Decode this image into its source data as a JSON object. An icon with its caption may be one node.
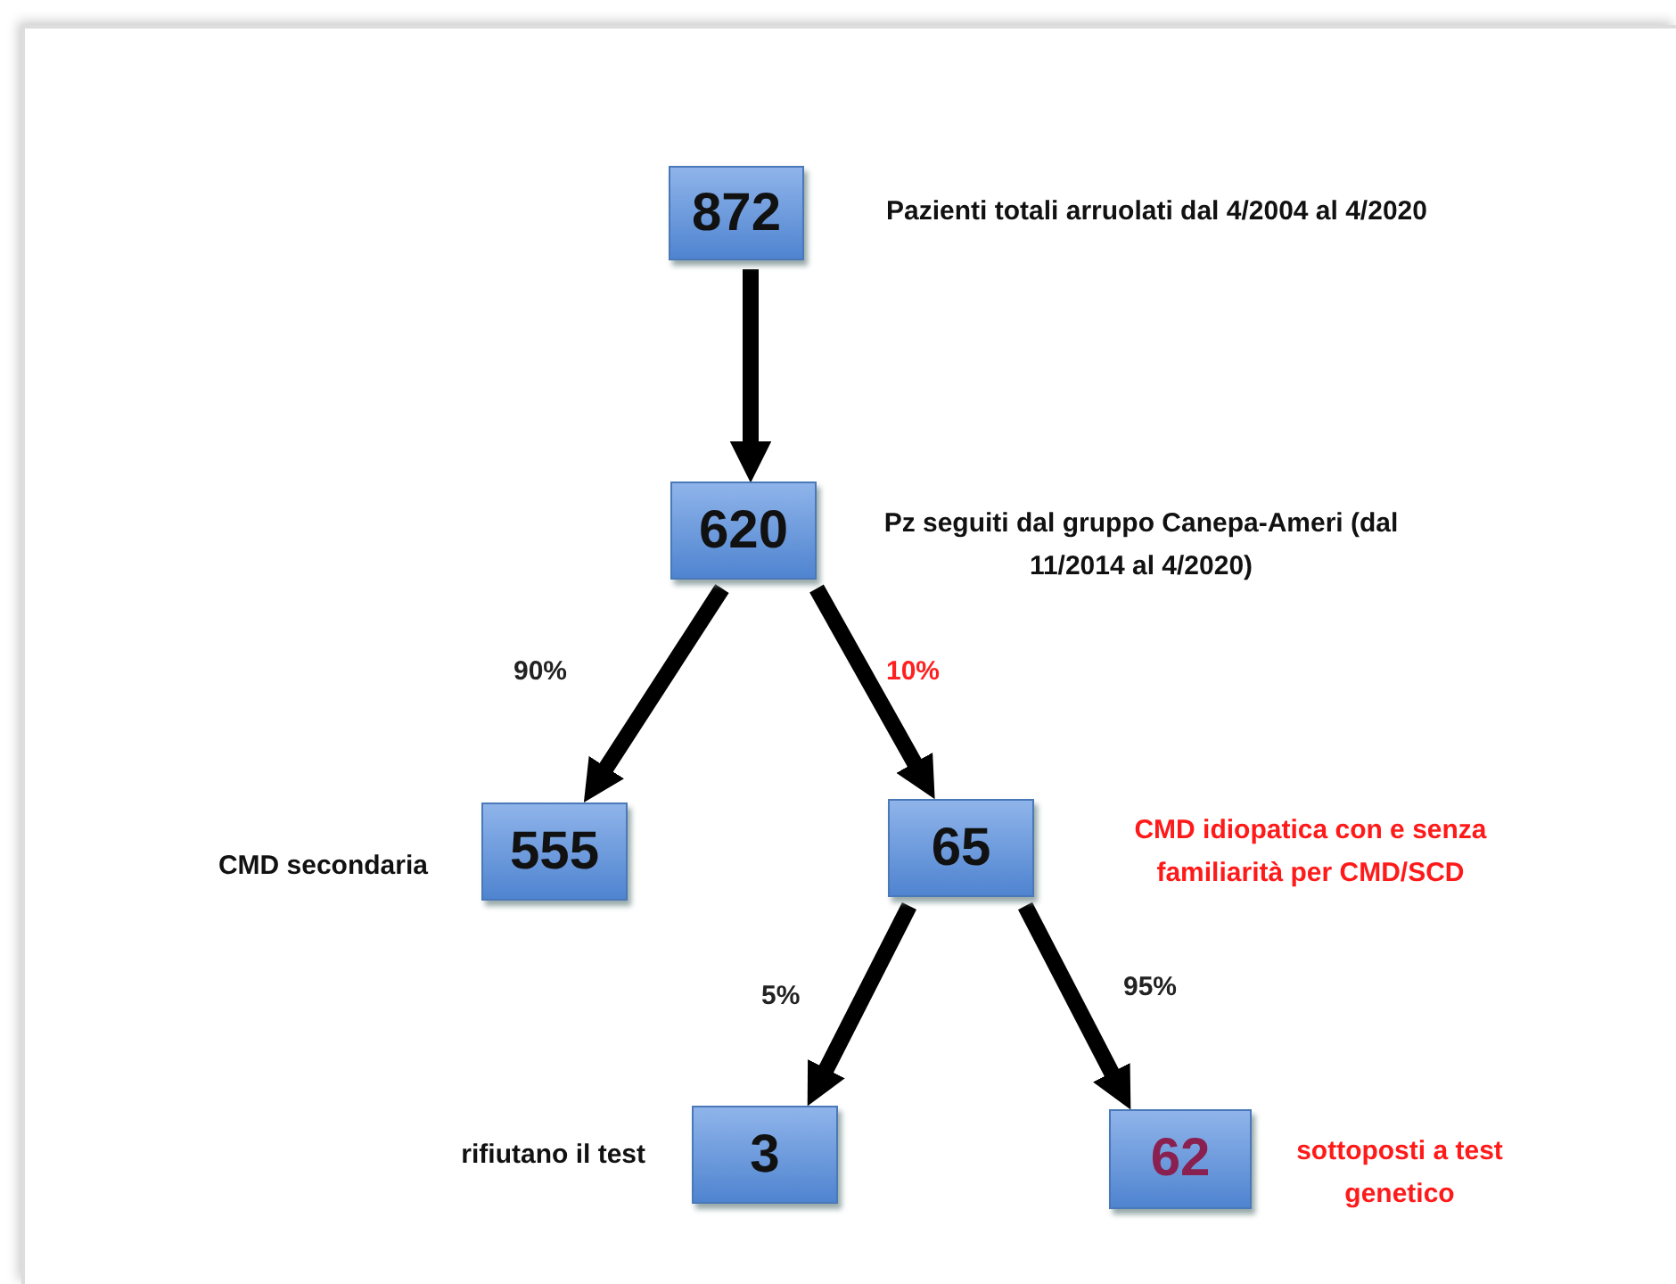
{
  "diagram": {
    "nodes": [
      {
        "text": [
          "872"
        ],
        "beside": [
          "Pazienti totali arruolati dal 4/2004 al 4/2020"
        ]
      },
      {
        "text": [
          "620"
        ],
        "beside": [
          "Pz seguiti dal gruppo Canepa-Ameri (dal 11/2014 al 4/2020)"
        ]
      },
      {
        "text": [
          "555"
        ],
        "beside": [
          "CMD secondaria"
        ]
      },
      {
        "text": [
          "65"
        ],
        "beside": [
          "CMD idiopatica con e senza familiarità per CMD/SCD"
        ]
      },
      {
        "text": [
          "3"
        ],
        "beside": [
          "rifiutano il test"
        ]
      },
      {
        "text": [
          "62"
        ],
        "beside": [
          "sottoposti a test genetico"
        ]
      }
    ],
    "edges": [
      {
        "from": 0,
        "to": 1,
        "arrow": "to"
      },
      {
        "from": 1,
        "to": 2,
        "arrow": "to",
        "label": "90%"
      },
      {
        "from": 1,
        "to": 3,
        "arrow": "to",
        "label": "10%"
      },
      {
        "from": 3,
        "to": 4,
        "arrow": "to",
        "label": "5%"
      },
      {
        "from": 3,
        "to": 5,
        "arrow": "to",
        "label": "95%"
      }
    ]
  }
}
